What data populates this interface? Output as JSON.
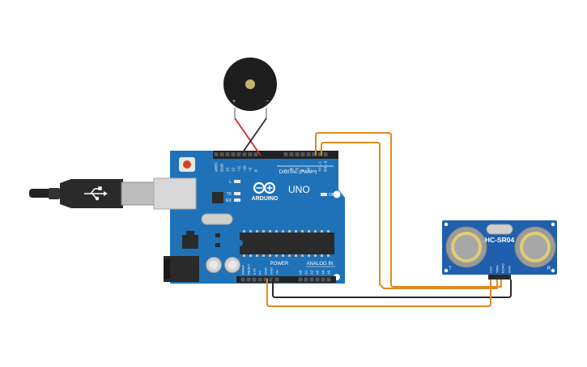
{
  "board": {
    "brand": "ARDUINO",
    "model": "UNO",
    "digital_label": "DIGITAL (PWM~)",
    "power_label": "POWER",
    "analog_label": "ANALOG IN",
    "on_label": "ON",
    "l_label": "L",
    "tx_label": "TX",
    "rx_label": "RX",
    "digital_pins": [
      "AREF",
      "GND",
      "13",
      "12",
      "~11",
      "~10",
      "~9",
      "8",
      "7",
      "~6",
      "~5",
      "4",
      "~3",
      "2",
      "TX→1",
      "RX←0"
    ],
    "power_pins": [
      "IOREF",
      "RESET",
      "3.3V",
      "5V",
      "GND",
      "GND",
      "Vin"
    ],
    "analog_pins": [
      "A0",
      "A1",
      "A2",
      "A3",
      "A4",
      "A5"
    ]
  },
  "sensor": {
    "name": "HC-SR04",
    "left_mark": "T",
    "right_mark": "R",
    "pins": [
      "VCC",
      "TRIG",
      "ECHO",
      "GND"
    ]
  },
  "buzzer": {
    "plus": "+",
    "minus": "−"
  },
  "colors": {
    "board": "#1f72b8",
    "wire_orange": "#e08a1e",
    "wire_black": "#2b2b2b",
    "wire_red": "#d9251c",
    "sensor": "#1f5fae"
  }
}
